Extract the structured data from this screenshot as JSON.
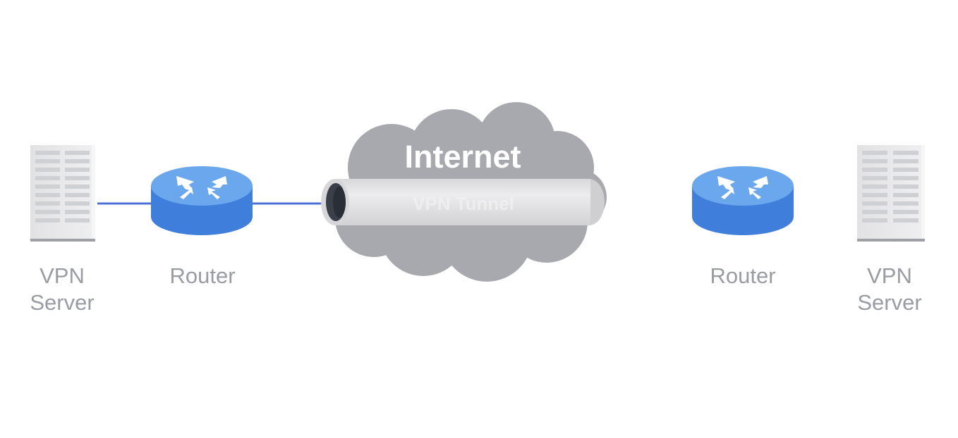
{
  "diagram": {
    "cloud_label": "Internet",
    "tunnel_label": "VPN Tunnel",
    "left": {
      "server_label_line1": "VPN",
      "server_label_line2": "Server",
      "router_label": "Router"
    },
    "right": {
      "server_label_line1": "VPN",
      "server_label_line2": "Server",
      "router_label": "Router"
    }
  },
  "colors": {
    "router_top": "#6aa7ec",
    "router_side": "#3f7fdb",
    "link_line": "#4c6fd8",
    "cloud": "#a8a9ae",
    "tunnel": "#e3e3e5",
    "server": "#e6e6e8",
    "label_text": "#9a9ca3"
  }
}
